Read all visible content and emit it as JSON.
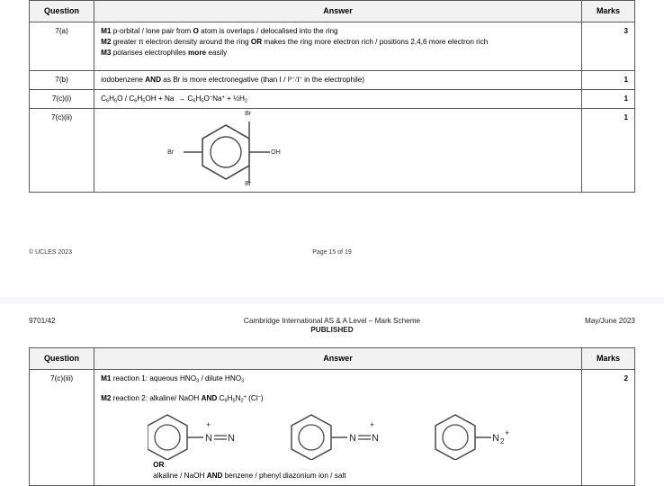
{
  "document": {
    "syllabus_code": "9701/42",
    "header_title": "Cambridge International AS & A Level – Mark Scheme",
    "published": "PUBLISHED",
    "session": "May/June 2023",
    "copyright": "© UCLES 2023",
    "page_number": "Page 15 of 19"
  },
  "table_top": {
    "columns": [
      "Question",
      "Answer",
      "Marks"
    ],
    "rows": [
      {
        "question": "7(a)",
        "marks": "3",
        "lines": [
          {
            "tag": "M1",
            "text": " p-orbital / lone pair from ",
            "bold_mid": "O",
            "tail": " atom is overlaps / delocalised into the ring"
          },
          {
            "tag": "M2",
            "text": " greater π electron density around the ring ",
            "bold_mid": "OR",
            "tail": " makes the ring more electron rich / positions 2,4,6 more electron rich"
          },
          {
            "tag": "M3",
            "text": " polarises electrophiles ",
            "bold_mid": "more",
            "tail": " easily"
          }
        ]
      },
      {
        "question": "7(b)",
        "marks": "1",
        "text_pre": "iodobenzene ",
        "text_bold": "AND",
        "text_post": " as Br is more electronegative (than I / I",
        "sup1": "δ+",
        "text_post2": "/I",
        "sup2": "+",
        "text_post3": " in the electrophile)"
      },
      {
        "question": "7(c)(i)",
        "marks": "1",
        "equation": "C6H6O / C6H5OH + Na → C6H5O−Na+ + ½H2"
      },
      {
        "question": "7(c)(ii)",
        "marks": "1",
        "structure": {
          "name": "2,4,6-tribromophenol",
          "substituents": [
            "Br",
            "Br",
            "Br",
            "OH"
          ]
        }
      }
    ]
  },
  "table_bottom": {
    "columns": [
      "Question",
      "Answer",
      "Marks"
    ],
    "rows": [
      {
        "question": "7(c)(iii)",
        "marks": "2",
        "m1_tag": "M1",
        "m1_text_pre": " reaction 1: aqueous HNO",
        "m1_sub1": "3",
        "m1_text_mid": " / dilute HNO",
        "m1_sub2": "3",
        "m2_tag": "M2",
        "m2_text_pre": " reaction 2: alkaline/ NaOH ",
        "m2_bold": "AND",
        "m2_formula": " C6H5N2+ (Cl−)",
        "structures": [
          {
            "label": "benzenediazonium-plus-on-N1",
            "group": "N=N",
            "charge": "+",
            "charge_pos": "left"
          },
          {
            "label": "benzenediazonium-plus-on-N2",
            "group": "N=N",
            "charge": "+",
            "charge_pos": "right"
          },
          {
            "label": "benzenediazonium-condensed",
            "group": "N2",
            "charge": "+",
            "charge_pos": "condensed"
          }
        ],
        "or_label": "OR",
        "or_text_pre": "alkaline / NaOH ",
        "or_text_bold": "AND",
        "or_text_post": " benzene / phenyl diazonium ion / salt"
      }
    ]
  }
}
